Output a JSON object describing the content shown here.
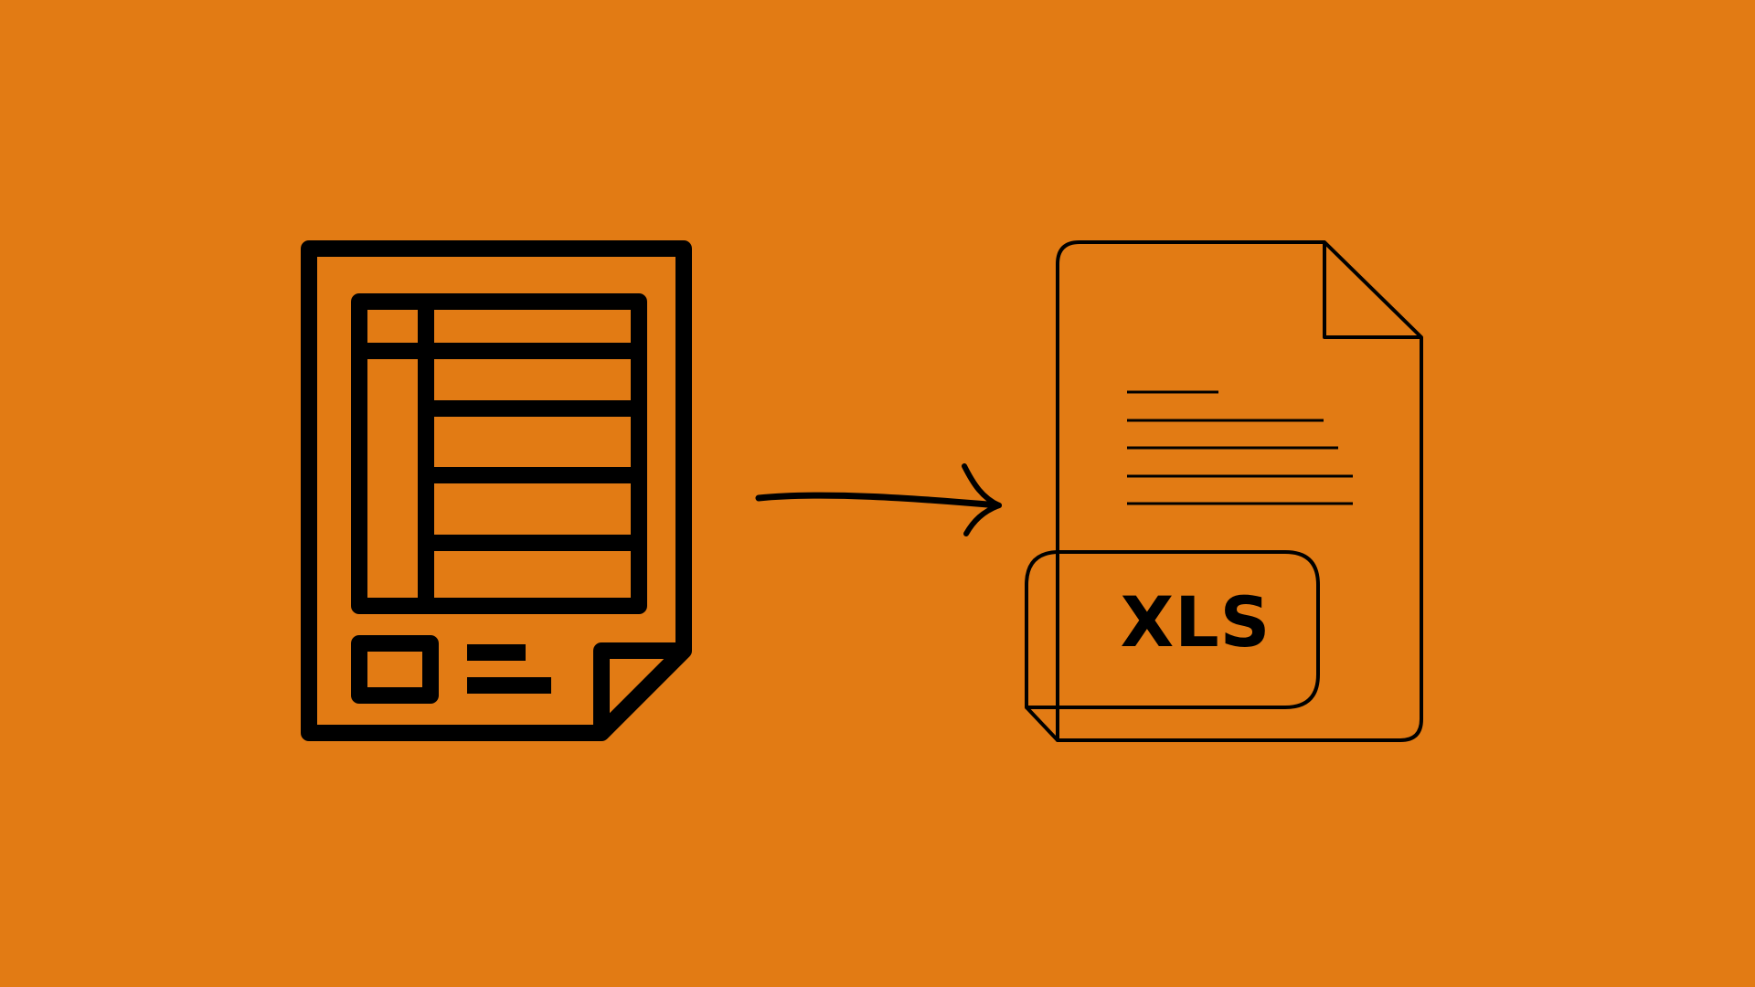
{
  "canvas": {
    "background_color": "#E27B14",
    "stroke_color": "#000000"
  },
  "source_icon": {
    "name": "spreadsheet-document",
    "description": "document containing a table grid"
  },
  "arrow": {
    "direction": "right",
    "style": "hand-drawn"
  },
  "target_icon": {
    "name": "xls-file",
    "label": "XLS"
  }
}
